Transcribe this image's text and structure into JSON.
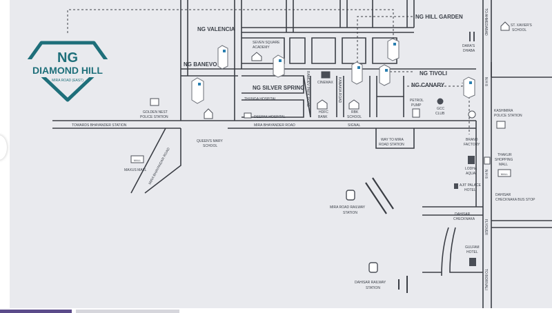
{
  "colors": {
    "background": "#e9eaee",
    "road": "#3a3d44",
    "label": "#3a3f47",
    "logo_teal": "#1e6f7a",
    "dashed_route": "#3a3d44",
    "highlight": "#2a7fb0"
  },
  "logo": {
    "brand": "NG",
    "name": "DIAMOND HILL",
    "sub": "MIRA ROAD (EAST)"
  },
  "projects": [
    {
      "name": "NG VALENCIA"
    },
    {
      "name": "NG BANEVO"
    },
    {
      "name": "NG SILVER SPRING"
    },
    {
      "name": "NG HILL GARDEN"
    },
    {
      "name": "NG TIVOLI"
    },
    {
      "name": "NG CANARY"
    }
  ],
  "roads": {
    "towards_bhayander": "TOWARDS BHAYANDER STATION",
    "mira_bhayander_road": "MIRA BHAYANDER ROAD",
    "mira_bhayandar_road_diag": "MIRA BHAYANDAR ROAD",
    "ramdev_park_road": "RAMDEV PARK ROAD",
    "kanakia_road": "KANAKIA ROAD",
    "to_ahmedabad": "TO AHMEDABAD",
    "nh8_1": "N H 8",
    "nh8_2": "N H 8",
    "flyover": "FLYOVER",
    "to_borivali": "TO BORIVALI",
    "signal": "SIGNAL",
    "way_to_station_1": "WAY TO MIRA",
    "way_to_station_2": "ROAD STATION"
  },
  "landmarks": {
    "seven_square_1": "SEVEN SQUARE",
    "seven_square_2": "ACADEMY",
    "thunga": "THUNGA HOSPITAL",
    "deepak": "DEEPAK HOSPITAL",
    "golden_nest_1": "GOLDEN NEST",
    "golden_nest_2": "POLICE STATION",
    "queens_1": "QUEEN'S MARY",
    "queens_2": "SCHOOL",
    "maxus": "MAXUS MALL",
    "mall_icon": "MALL",
    "cinemax": "CINEMAX",
    "hdfc_1": "HDFC",
    "hdfc_2": "BANK",
    "rbk_1": "RBK",
    "rbk_2": "SCHOOL",
    "petrol_1": "PETROL",
    "petrol_2": "PUMP",
    "gcc_1": "GCC",
    "gcc_2": "CLUB",
    "daras_1": "DARA'S",
    "daras_2": "DHABA",
    "xavier_1": "ST. XAVIER'S",
    "xavier_2": "SCHOOL",
    "kashimira_1": "KASHIMIRA",
    "kashimira_2": "POLICE STATION",
    "brand_1": "BRAND",
    "brand_2": "FACTORY",
    "thakur_1": "THAKUR",
    "thakur_2": "SHOPPING",
    "thakur_3": "MALL",
    "lodha_1": "LODHA",
    "lodha_2": "AQUA",
    "ajit_1": "AJIT PALACE",
    "ajit_2": "HOTEL",
    "dahisar_bus_1": "DAHISAR",
    "dahisar_bus_2": "CHECKNAKA BUS STOP",
    "mira_station_1": "MIRA ROAD RAILWAY",
    "mira_station_2": "STATION",
    "dahisar_checknaka_1": "DAHISAR",
    "dahisar_checknaka_2": "CHECKNAKA",
    "gulfam_1": "GULFAM",
    "gulfam_2": "HOTEL",
    "dahisar_station_1": "DAHISAR RAILWAY",
    "dahisar_station_2": "STATION"
  }
}
